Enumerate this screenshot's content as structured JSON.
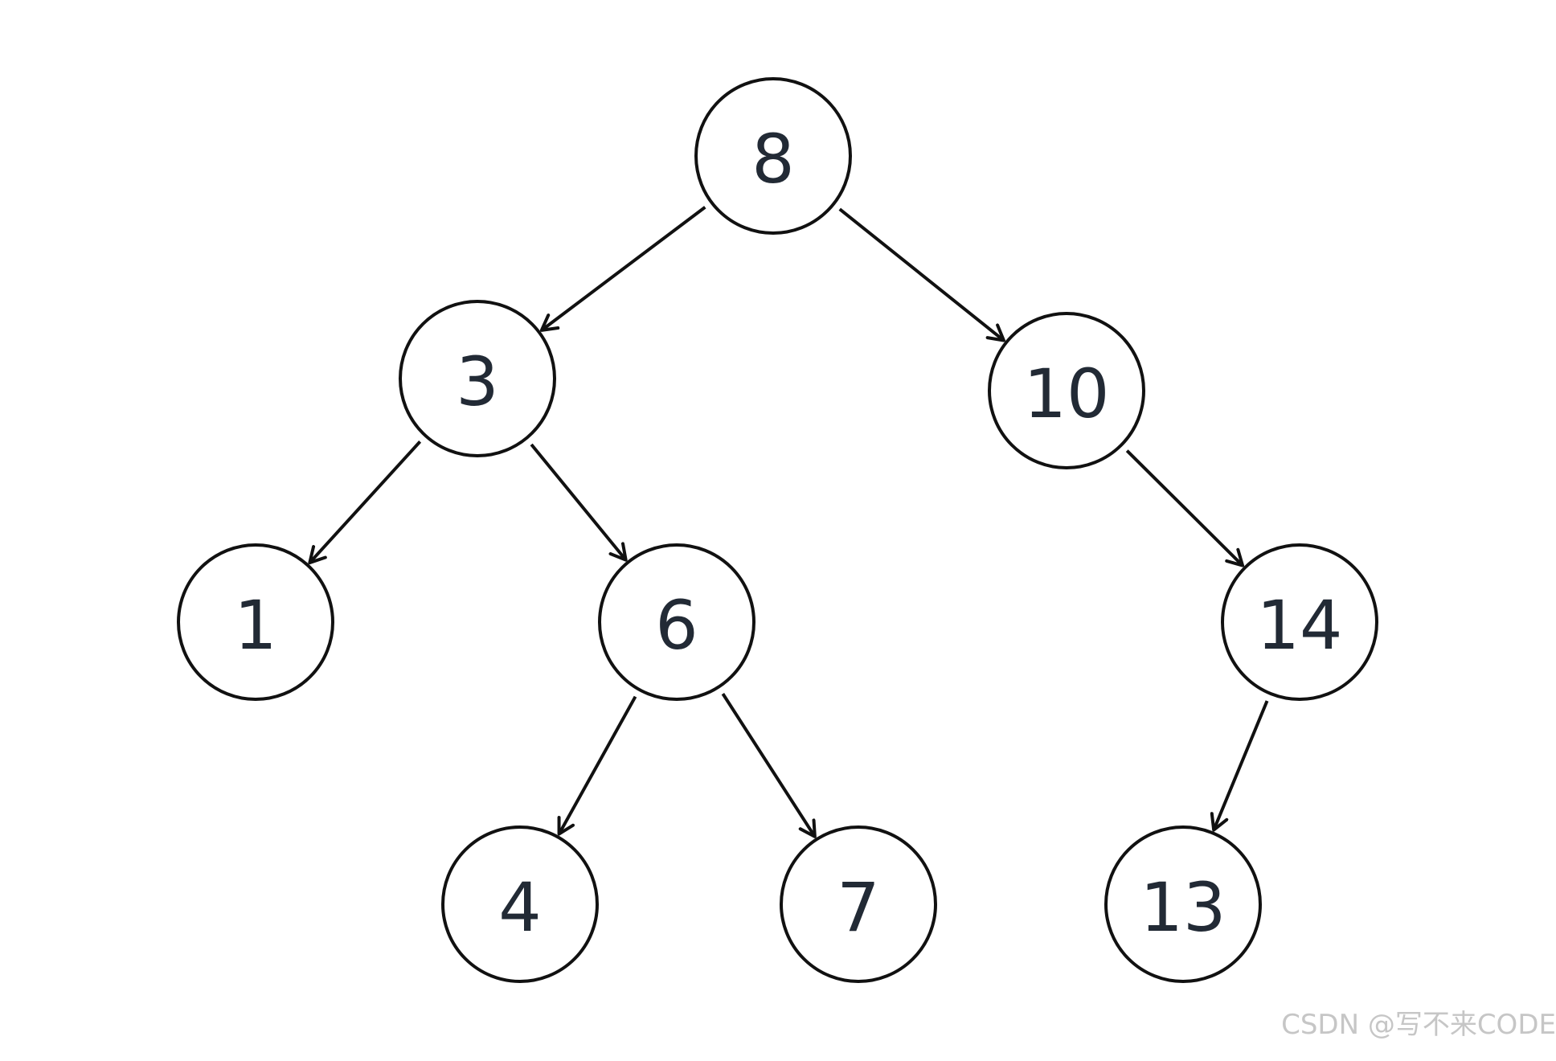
{
  "diagram": {
    "colors": {
      "stroke": "#111111",
      "label": "#222a35",
      "background": "#ffffff",
      "watermark": "#c6c6c6"
    },
    "nodes": [
      {
        "id": "n8",
        "label": "8"
      },
      {
        "id": "n3",
        "label": "3"
      },
      {
        "id": "n10",
        "label": "10"
      },
      {
        "id": "n1",
        "label": "1"
      },
      {
        "id": "n6",
        "label": "6"
      },
      {
        "id": "n14",
        "label": "14"
      },
      {
        "id": "n4",
        "label": "4"
      },
      {
        "id": "n7",
        "label": "7"
      },
      {
        "id": "n13",
        "label": "13"
      }
    ],
    "edges": [
      {
        "from": "n8",
        "to": "n3"
      },
      {
        "from": "n8",
        "to": "n10"
      },
      {
        "from": "n3",
        "to": "n1"
      },
      {
        "from": "n3",
        "to": "n6"
      },
      {
        "from": "n10",
        "to": "n14"
      },
      {
        "from": "n6",
        "to": "n4"
      },
      {
        "from": "n6",
        "to": "n7"
      },
      {
        "from": "n14",
        "to": "n13"
      }
    ]
  },
  "watermark": {
    "text": "CSDN @写不来CODE"
  }
}
